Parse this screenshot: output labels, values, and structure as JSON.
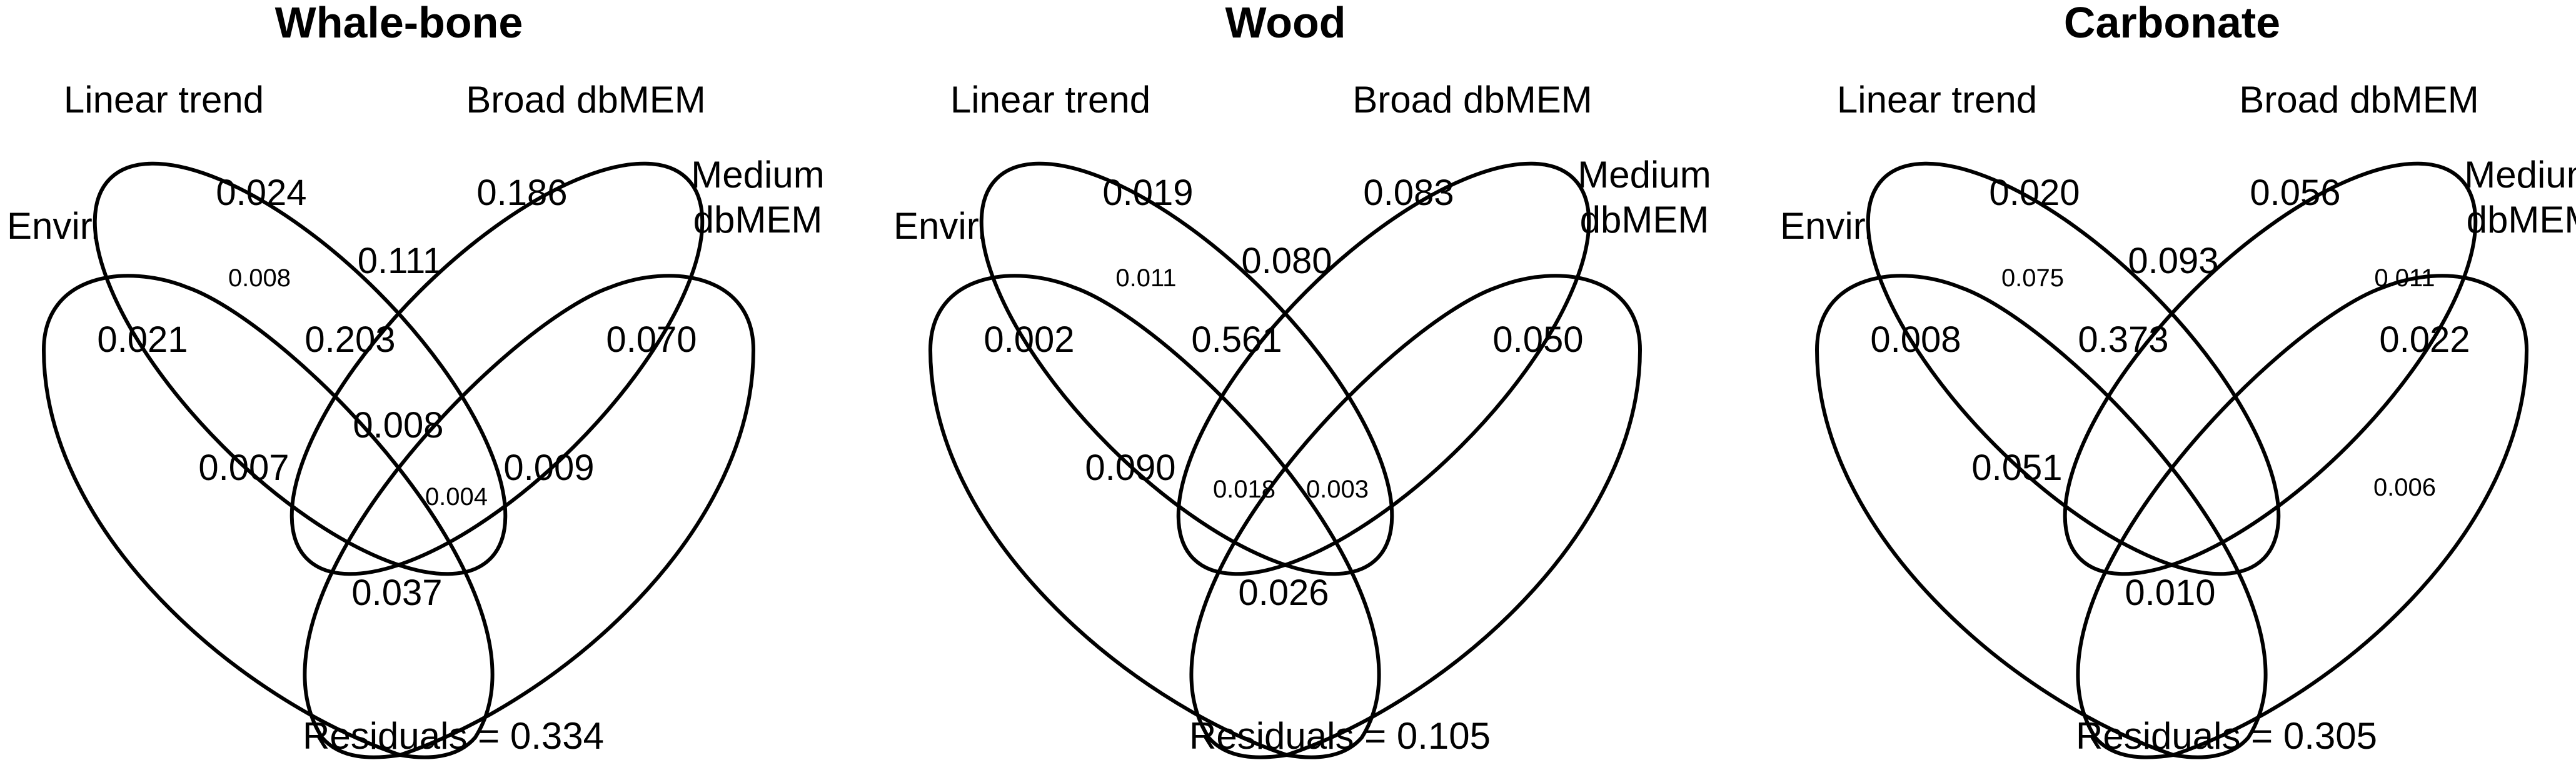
{
  "set_labels": {
    "linear_trend": "Linear trend",
    "broad_dbmem": "Broad dbMEM",
    "medium_dbmem_line1": "Medium",
    "medium_dbmem_line2": "dbMEM",
    "envir": "Envir."
  },
  "panels": [
    {
      "title": "Whale-bone",
      "residuals": "Residuals = 0.334",
      "values": {
        "linear_only": "0.024",
        "broad_only": "0.186",
        "linear_broad": "0.111",
        "envir_linear": "0.008",
        "envir_only": "0.021",
        "envir_linear_broad": "0.203",
        "medium_only": "0.070",
        "envir_linear_medium": "0.007",
        "all_four": "0.008",
        "broad_medium": "0.009",
        "envir_linear_broad_medium_low": "0.004",
        "envir_medium": "0.037",
        "broad_medium_small": ""
      }
    },
    {
      "title": "Wood",
      "residuals": "Residuals = 0.105",
      "values": {
        "linear_only": "0.019",
        "broad_only": "0.083",
        "linear_broad": "0.080",
        "envir_linear": "0.011",
        "envir_only": "0.002",
        "envir_linear_broad": "0.561",
        "medium_only": "0.050",
        "envir_linear_medium": "0.090",
        "all_four": "0.018",
        "broad_medium": "",
        "envir_linear_broad_medium_low": "0.003",
        "envir_medium": "0.026",
        "broad_medium_small": ""
      }
    },
    {
      "title": "Carbonate",
      "residuals": "Residuals = 0.305",
      "values": {
        "linear_only": "0.020",
        "broad_only": "0.056",
        "linear_broad": "0.093",
        "envir_linear": "0.075",
        "envir_only": "0.008",
        "envir_linear_broad": "0.373",
        "medium_only": "0.022",
        "envir_linear_medium": "0.051",
        "all_four": "",
        "broad_medium": "",
        "envir_linear_broad_medium_low": "0.006",
        "envir_medium": "0.010",
        "broad_medium_small": "0.011"
      }
    }
  ]
}
